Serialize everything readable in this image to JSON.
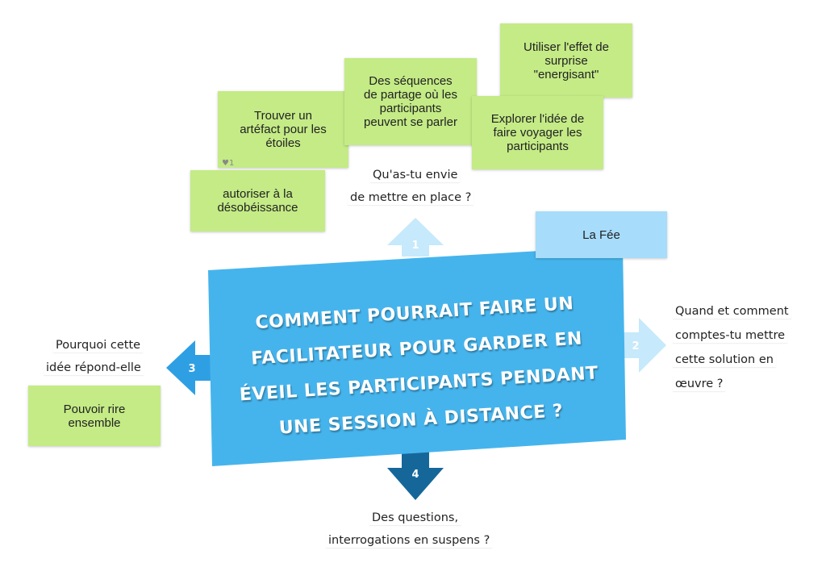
{
  "central_question": {
    "lines": [
      "Comment pourrait faire un",
      "facilitateur pour garder en",
      "éveil les participants pendant",
      "une session à distance ?"
    ]
  },
  "arrows": [
    {
      "number": "1",
      "color": "#c6e9fb"
    },
    {
      "number": "2",
      "color": "#c6e9fb"
    },
    {
      "number": "3",
      "color": "#2f9fe4"
    },
    {
      "number": "4",
      "color": "#15679a"
    }
  ],
  "prompts": {
    "p1": [
      "Qu'as-tu envie",
      "de mettre en place ?"
    ],
    "p2": [
      "Quand et comment",
      "comptes-tu mettre",
      "cette solution en",
      "œuvre ?"
    ],
    "p3": [
      "Pourquoi cette",
      "idée répond-elle"
    ],
    "p4": [
      "Des questions,",
      "interrogations en suspens ?"
    ]
  },
  "notes": {
    "artefact": "Trouver un\nartéfact pour les\nétoiles",
    "sequences": "Des séquences\nde partage où les\nparticipants\npeuvent se parler",
    "surprise": "Utiliser l'effet de\nsurprise\n\"energisant\"",
    "voyager": "Explorer l'idée de\nfaire voyager les\nparticipants",
    "desobeissance": "autoriser à la\ndésobéissance",
    "rire": "Pouvoir rire\nensemble",
    "fee": "La Fée"
  },
  "likes": {
    "icon": "heart-icon",
    "count": "1"
  },
  "colors": {
    "green_note": "#c4eb86",
    "blue_note": "#a7dcfb",
    "central_box": "#46b4ec"
  }
}
